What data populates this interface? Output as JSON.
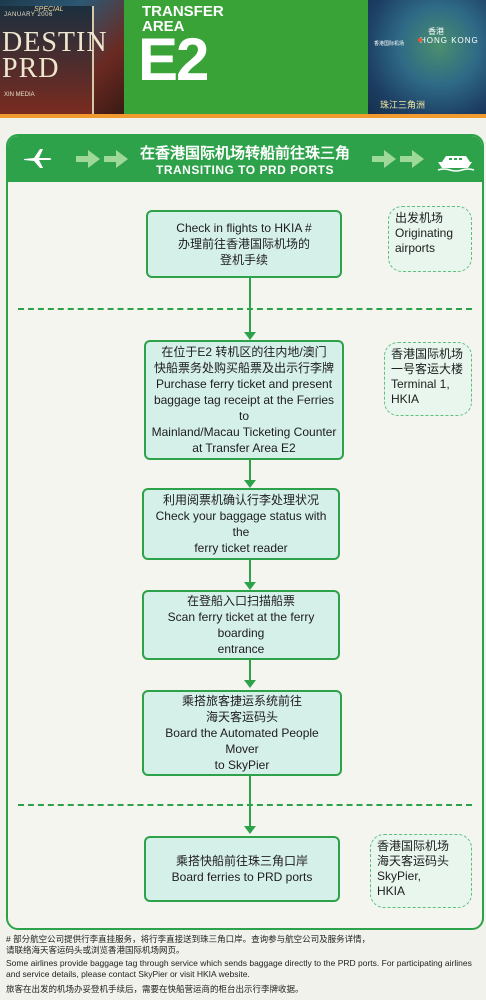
{
  "header": {
    "magazine": {
      "date": "JANUARY 2006",
      "special": "SPECIAL",
      "title_line1": "DESTIN",
      "title_line2": "PRD",
      "subtitle": "XIN MEDIA"
    },
    "title_small_1": "TRANSFER",
    "title_small_2": "AREA",
    "title_big": "E2",
    "map": {
      "hk_cn": "香港",
      "hk_en": "HONG KONG",
      "airport_label": "香港国际机场",
      "bottom_cn": "珠江三角洲"
    }
  },
  "panel": {
    "title_cn": "在香港国际机场转船前往珠三角",
    "title_en": "TRANSITING TO PRD PORTS"
  },
  "steps": [
    {
      "lines": [
        "Check in flights to HKIA #",
        "办理前往香港国际机场的",
        "登机手续"
      ]
    },
    {
      "lines": [
        "在位于E2 转机区的往内地/澳门",
        "快船票务处购买船票及出示行李牌",
        "Purchase ferry ticket and present",
        "baggage tag receipt at the Ferries to",
        "Mainland/Macau Ticketing Counter",
        "at Transfer Area E2"
      ]
    },
    {
      "lines": [
        "利用阅票机确认行李处理状况",
        "Check your baggage status with the",
        "ferry ticket reader"
      ]
    },
    {
      "lines": [
        "在登船入口扫描船票",
        "Scan ferry ticket at the ferry boarding",
        "entrance"
      ]
    },
    {
      "lines": [
        "乘搭旅客捷运系统前往",
        "海天客运码头",
        "Board the Automated People Mover",
        "to SkyPier"
      ]
    },
    {
      "lines": [
        "乘搭快船前往珠三角口岸",
        "Board ferries to PRD ports"
      ]
    }
  ],
  "locations": [
    {
      "lines": [
        "出发机场",
        "Originating",
        "airports"
      ]
    },
    {
      "lines": [
        "香港国际机场",
        "一号客运大楼",
        "Terminal 1,",
        "HKIA"
      ]
    },
    {
      "lines": [
        "香港国际机场",
        "海天客运码头",
        "SkyPier,",
        "HKIA"
      ]
    }
  ],
  "footnotes": {
    "line1": "#  部分航空公司提供行李直挂服务，将行李直接送到珠三角口岸。查询参与航空公司及服务详情，",
    "line2": "   请联络海天客运码头或浏览香港国际机场网页。",
    "line3": "Some airlines provide baggage tag through service which sends baggage directly to the PRD ports. For participating airlines",
    "line4": "and service details, please contact SkyPier or visit HKIA website.",
    "line5": "旅客在出发的机场办妥登机手续后，需要在快船营运商的柜台出示行李牌收据。"
  },
  "colors": {
    "brand_green": "#2ea24a",
    "box_fill": "#d5efe9",
    "accent_orange": "#f19a2e"
  },
  "icons": {
    "plane": "airplane-icon",
    "arrow": "arrow-right-icon",
    "ferry": "ferry-icon"
  }
}
